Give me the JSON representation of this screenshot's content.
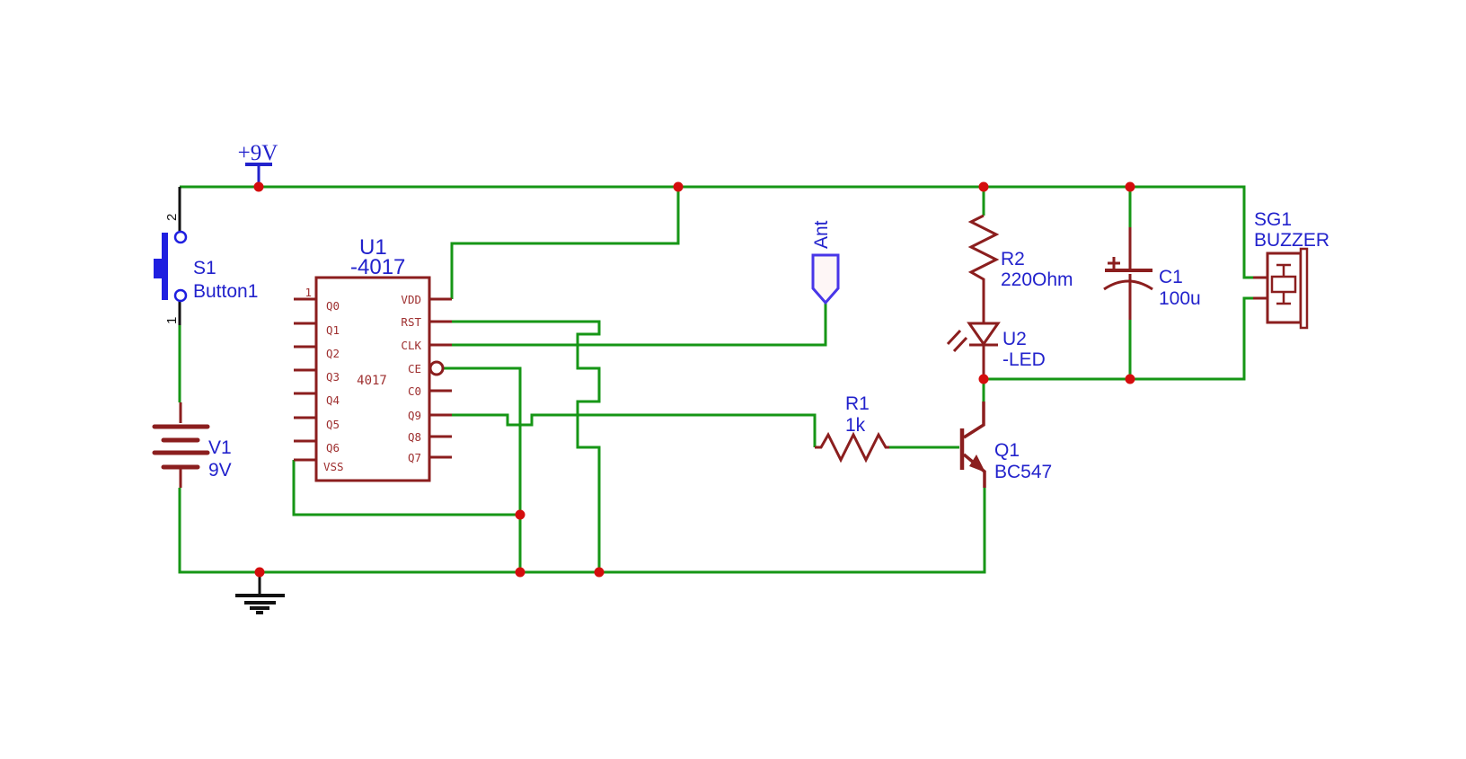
{
  "diagram": {
    "type": "circuit-schematic",
    "colors": {
      "wire_green": "#169616",
      "component_red": "#8B1E1E",
      "junction_red": "#D40D0D",
      "label_blue": "#2222CC",
      "switch_blue": "#1F1FE0",
      "antenna_blue": "#4836E8",
      "black": "#111111",
      "background": "#FFFFFF"
    },
    "power": {
      "flag": "+9V"
    },
    "switch": {
      "ref": "S1",
      "value": "Button1",
      "pin_top": "2",
      "pin_bottom": "1"
    },
    "battery": {
      "ref": "V1",
      "value": "9V"
    },
    "ic": {
      "ref": "U1",
      "value": "-4017",
      "core": "4017",
      "pin_one_marker": "1",
      "left_pins": [
        "Q0",
        "Q1",
        "Q2",
        "Q3",
        "Q4",
        "Q5",
        "Q6",
        "VSS"
      ],
      "right_pins": [
        "VDD",
        "RST",
        "CLK",
        "CE",
        "C0",
        "Q9",
        "Q8",
        "Q7"
      ]
    },
    "antenna": {
      "label": "Ant"
    },
    "resistor_r1": {
      "ref": "R1",
      "value": "1k"
    },
    "resistor_r2": {
      "ref": "R2",
      "value": "220Ohm"
    },
    "led": {
      "ref": "U2",
      "value": "-LED"
    },
    "transistor": {
      "ref": "Q1",
      "value": "BC547"
    },
    "capacitor": {
      "ref": "C1",
      "value": "100u"
    },
    "buzzer": {
      "ref": "SG1",
      "value": "BUZZER"
    }
  }
}
